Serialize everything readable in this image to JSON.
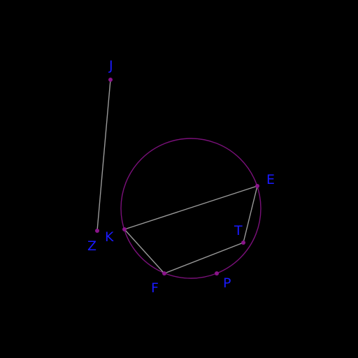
{
  "diagram": {
    "background": "#000000",
    "point_color": "#8a148a",
    "segment_color": "#9a9a9a",
    "circle_color": "#7a107a",
    "label_color": "#1a1aff",
    "labels": {
      "J": "J",
      "Z": "Z",
      "E": "E",
      "K": "K",
      "T": "T",
      "F": "F",
      "P": "P"
    }
  }
}
